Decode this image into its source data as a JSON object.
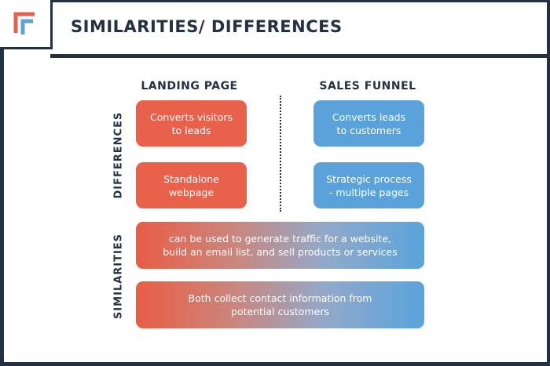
{
  "title": "SIMILARITIES/ DIFFERENCES",
  "columns": {
    "left": "LANDING PAGE",
    "right": "SALES FUNNEL"
  },
  "rows": {
    "differences": "DIFFERENCES",
    "similarities": "SIMILARITIES"
  },
  "differences": [
    {
      "landing_page": "Converts visitors\nto leads",
      "sales_funnel": "Converts leads\nto customers"
    },
    {
      "landing_page": "Standalone\nwebpage",
      "sales_funnel": "Strategic process\n- multiple pages"
    }
  ],
  "similarities": [
    "can be used to generate traffic for a website,\nbuild an email list, and sell products or services",
    "Both collect contact information from\npotential customers"
  ],
  "colors": {
    "landing_page": "#e9614a",
    "sales_funnel": "#5aa3da",
    "frame": "#243142"
  },
  "icons": {
    "logo": "corner-bracket-logo"
  }
}
